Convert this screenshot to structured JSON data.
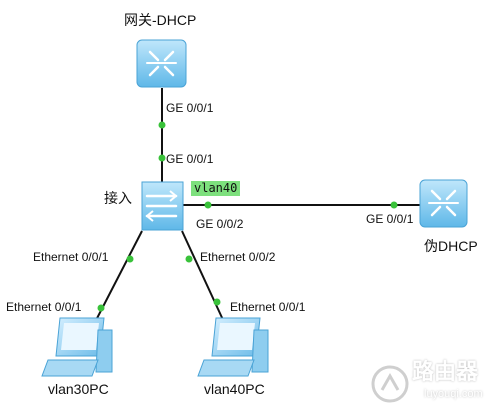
{
  "nodes": {
    "gateway": {
      "label": "网关-DHCP"
    },
    "access": {
      "label": "接入"
    },
    "fake_dhcp": {
      "label": "伪DHCP"
    },
    "pc30": {
      "label": "vlan30PC"
    },
    "pc40": {
      "label": "vlan40PC"
    }
  },
  "ports": {
    "gw_down": "GE 0/0/1",
    "access_up": "GE 0/0/1",
    "access_right": "GE 0/0/2",
    "fake_left": "GE 0/0/1",
    "access_left_down": "Ethernet 0/0/1",
    "access_right_down": "Ethernet 0/0/2",
    "pc30_port": "Ethernet 0/0/1",
    "pc40_port": "Ethernet 0/0/1"
  },
  "vlan_tag": "vlan40",
  "watermark": {
    "text": "路由器",
    "url": "luyouqi.com"
  },
  "colors": {
    "link": "#111111",
    "port_dot": "#39c23a",
    "device": "#7ec8f0",
    "tag": "#7de07d"
  }
}
